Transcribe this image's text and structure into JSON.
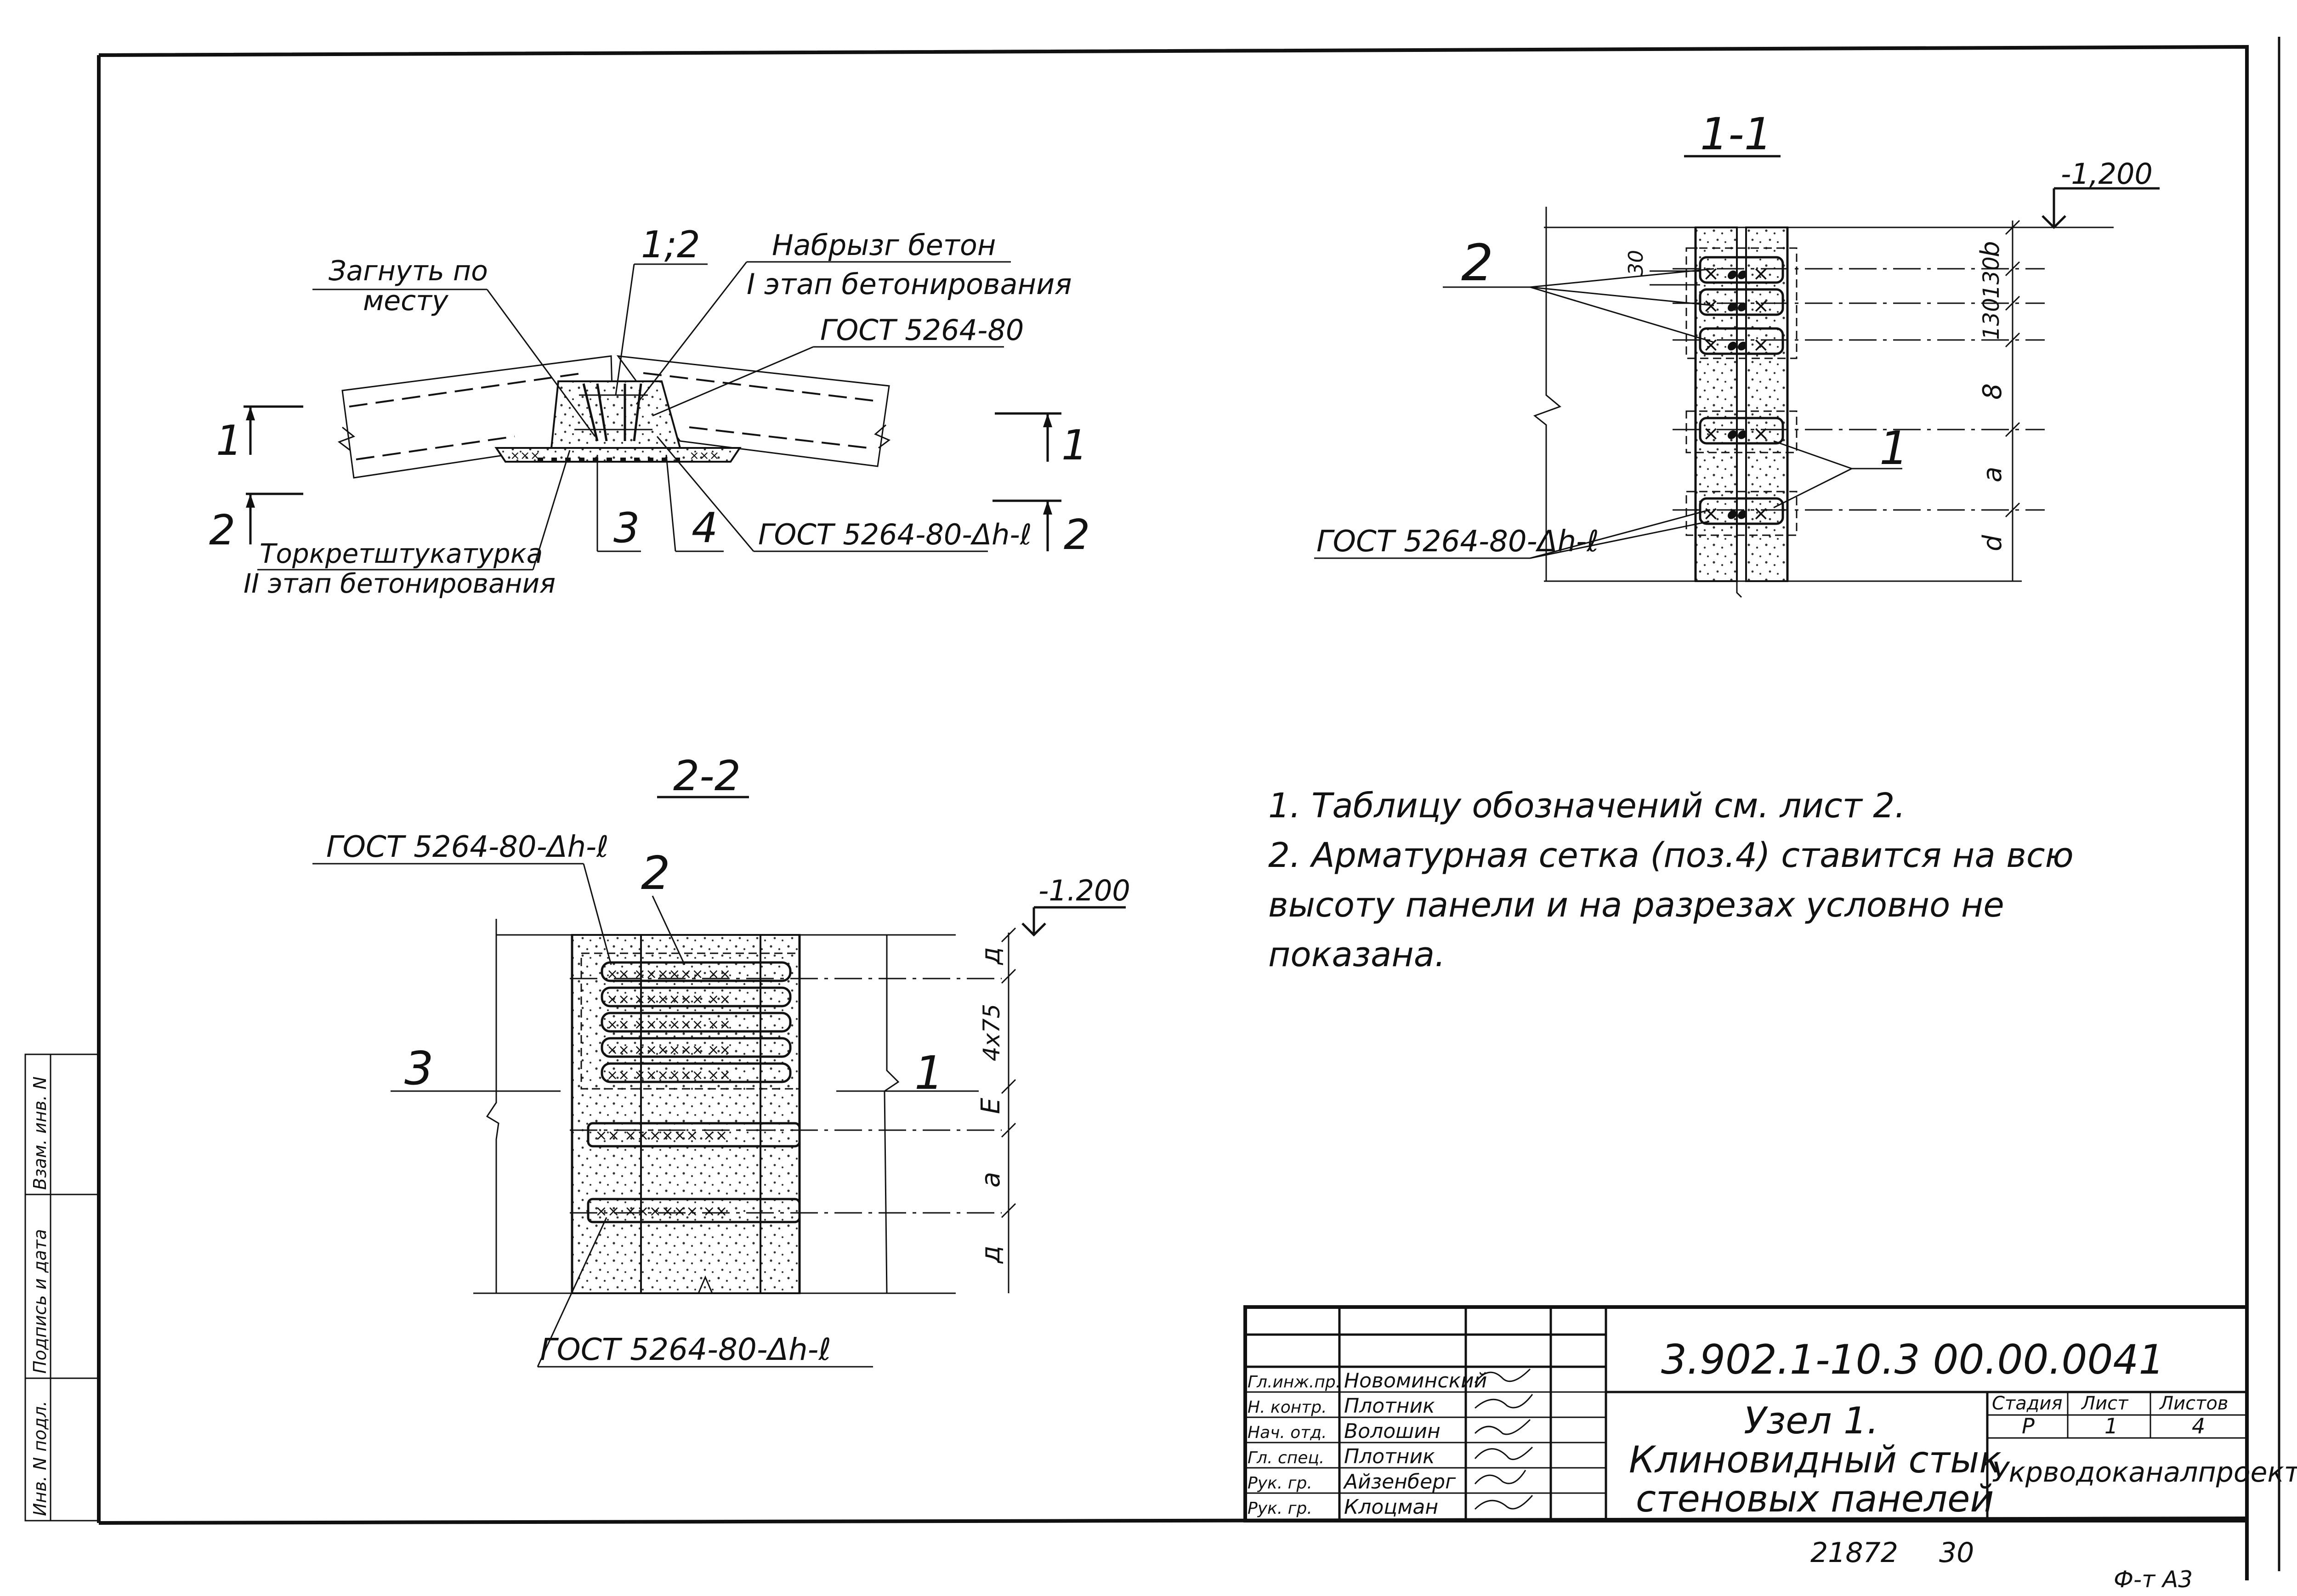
{
  "detail_plan": {
    "label_bend": [
      "Загнуть по",
      "месту"
    ],
    "label_slope": "1;2",
    "label_spray": [
      "Набрызг бетон",
      "I этап бетонирования"
    ],
    "label_gost_top": "ГОСТ 5264-80",
    "label_gost_right": "ГОСТ 5264-80-Δh-ℓ",
    "label_plaster": [
      "Торкретштукатурка",
      "II этап бетонирования"
    ],
    "pos_3": "3",
    "pos_4": "4",
    "cut_1": "1",
    "cut_2": "2"
  },
  "section_1_1": {
    "title": "1-1",
    "level": "-1,200",
    "pos_2": "2",
    "pos_1": "1",
    "gost": "ГОСТ 5264-80-Δh-ℓ",
    "dim_30": "30",
    "dims": [
      "b",
      "130",
      "130",
      "8",
      "a",
      "d"
    ]
  },
  "section_2_2": {
    "title": "2-2",
    "gost_top": "ГОСТ 5264-80-Δh-ℓ",
    "gost_bottom": "ГОСТ 5264-80-Δh-ℓ",
    "level": "-1.200",
    "pos_2": "2",
    "pos_3": "3",
    "pos_1": "1",
    "dims": [
      "д",
      "4x75",
      "Е",
      "а",
      "д"
    ]
  },
  "notes": [
    "1. Таблицу обозначений см. лист 2.",
    "2. Арматурная сетка (поз.4) ставится на всю высоту панели и на разрезах условно не показана."
  ],
  "side_stamp": [
    "Инв. N подл.",
    "Подпись и дата",
    "Взам. инв. N"
  ],
  "title_block": {
    "doc_code": "3.902.1-10.3 00.00.0041",
    "roles": [
      "Гл.инж.пр.",
      "Н. контр.",
      "Нач. отд.",
      "Гл. спец.",
      "Рук. гр.",
      "Рук. гр."
    ],
    "names": [
      "Новоминский",
      "Плотник",
      "Волошин",
      "Плотник",
      "Айзенберг",
      "Клоцман"
    ],
    "title": [
      "Узел 1.",
      "Клиновидный стык",
      "стеновых панелей"
    ],
    "stage_header": "Стадия",
    "sheet_header": "Лист",
    "sheets_header": "Листов",
    "stage": "Р",
    "sheet": "1",
    "sheets": "4",
    "org": "Укрводоканалпроект"
  },
  "bottom": {
    "inv_number": "21872",
    "page": "30",
    "format": "Ф-т А3"
  }
}
